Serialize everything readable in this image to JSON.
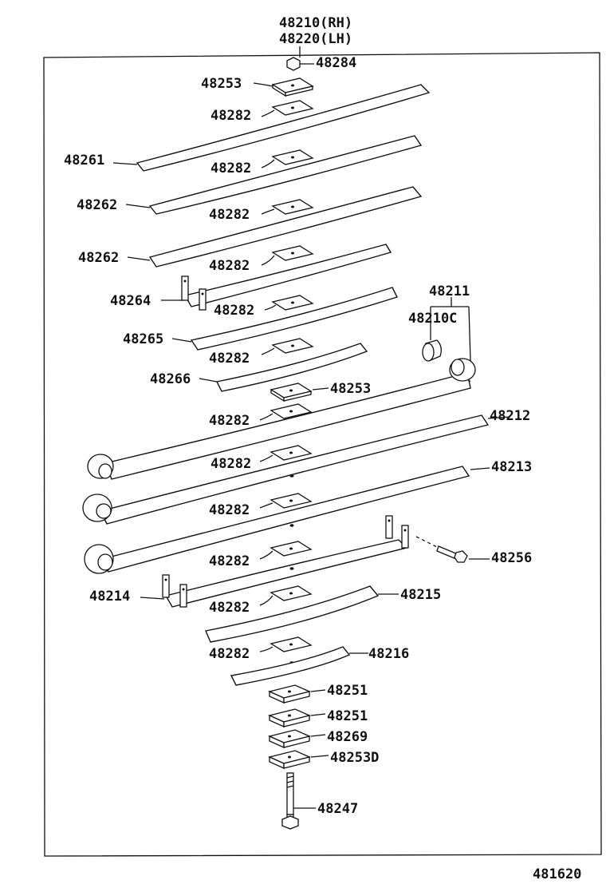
{
  "assembly": {
    "rh": "48210(RH)",
    "lh": "48220(LH)"
  },
  "parts": {
    "p48284": "48284",
    "p48253_top": "48253",
    "p48282_1": "48282",
    "p48261": "48261",
    "p48282_2": "48282",
    "p48262_1": "48262",
    "p48282_3": "48282",
    "p48262_2": "48262",
    "p48282_4": "48282",
    "p48264": "48264",
    "p48282_5": "48282",
    "p48211": "48211",
    "p48210C": "48210C",
    "p48265": "48265",
    "p48282_6": "48282",
    "p48266": "48266",
    "p48253_mid": "48253",
    "p48282_7": "48282",
    "p48212": "48212",
    "p48282_8": "48282",
    "p48213": "48213",
    "p48282_9": "48282",
    "p48256": "48256",
    "p48282_10": "48282",
    "p48214": "48214",
    "p48215": "48215",
    "p48282_11": "48282",
    "p48282_12": "48282",
    "p48216": "48216",
    "p48251_1": "48251",
    "p48251_2": "48251",
    "p48269": "48269",
    "p48253D": "48253D",
    "p48247": "48247"
  },
  "figure_code": "481620"
}
